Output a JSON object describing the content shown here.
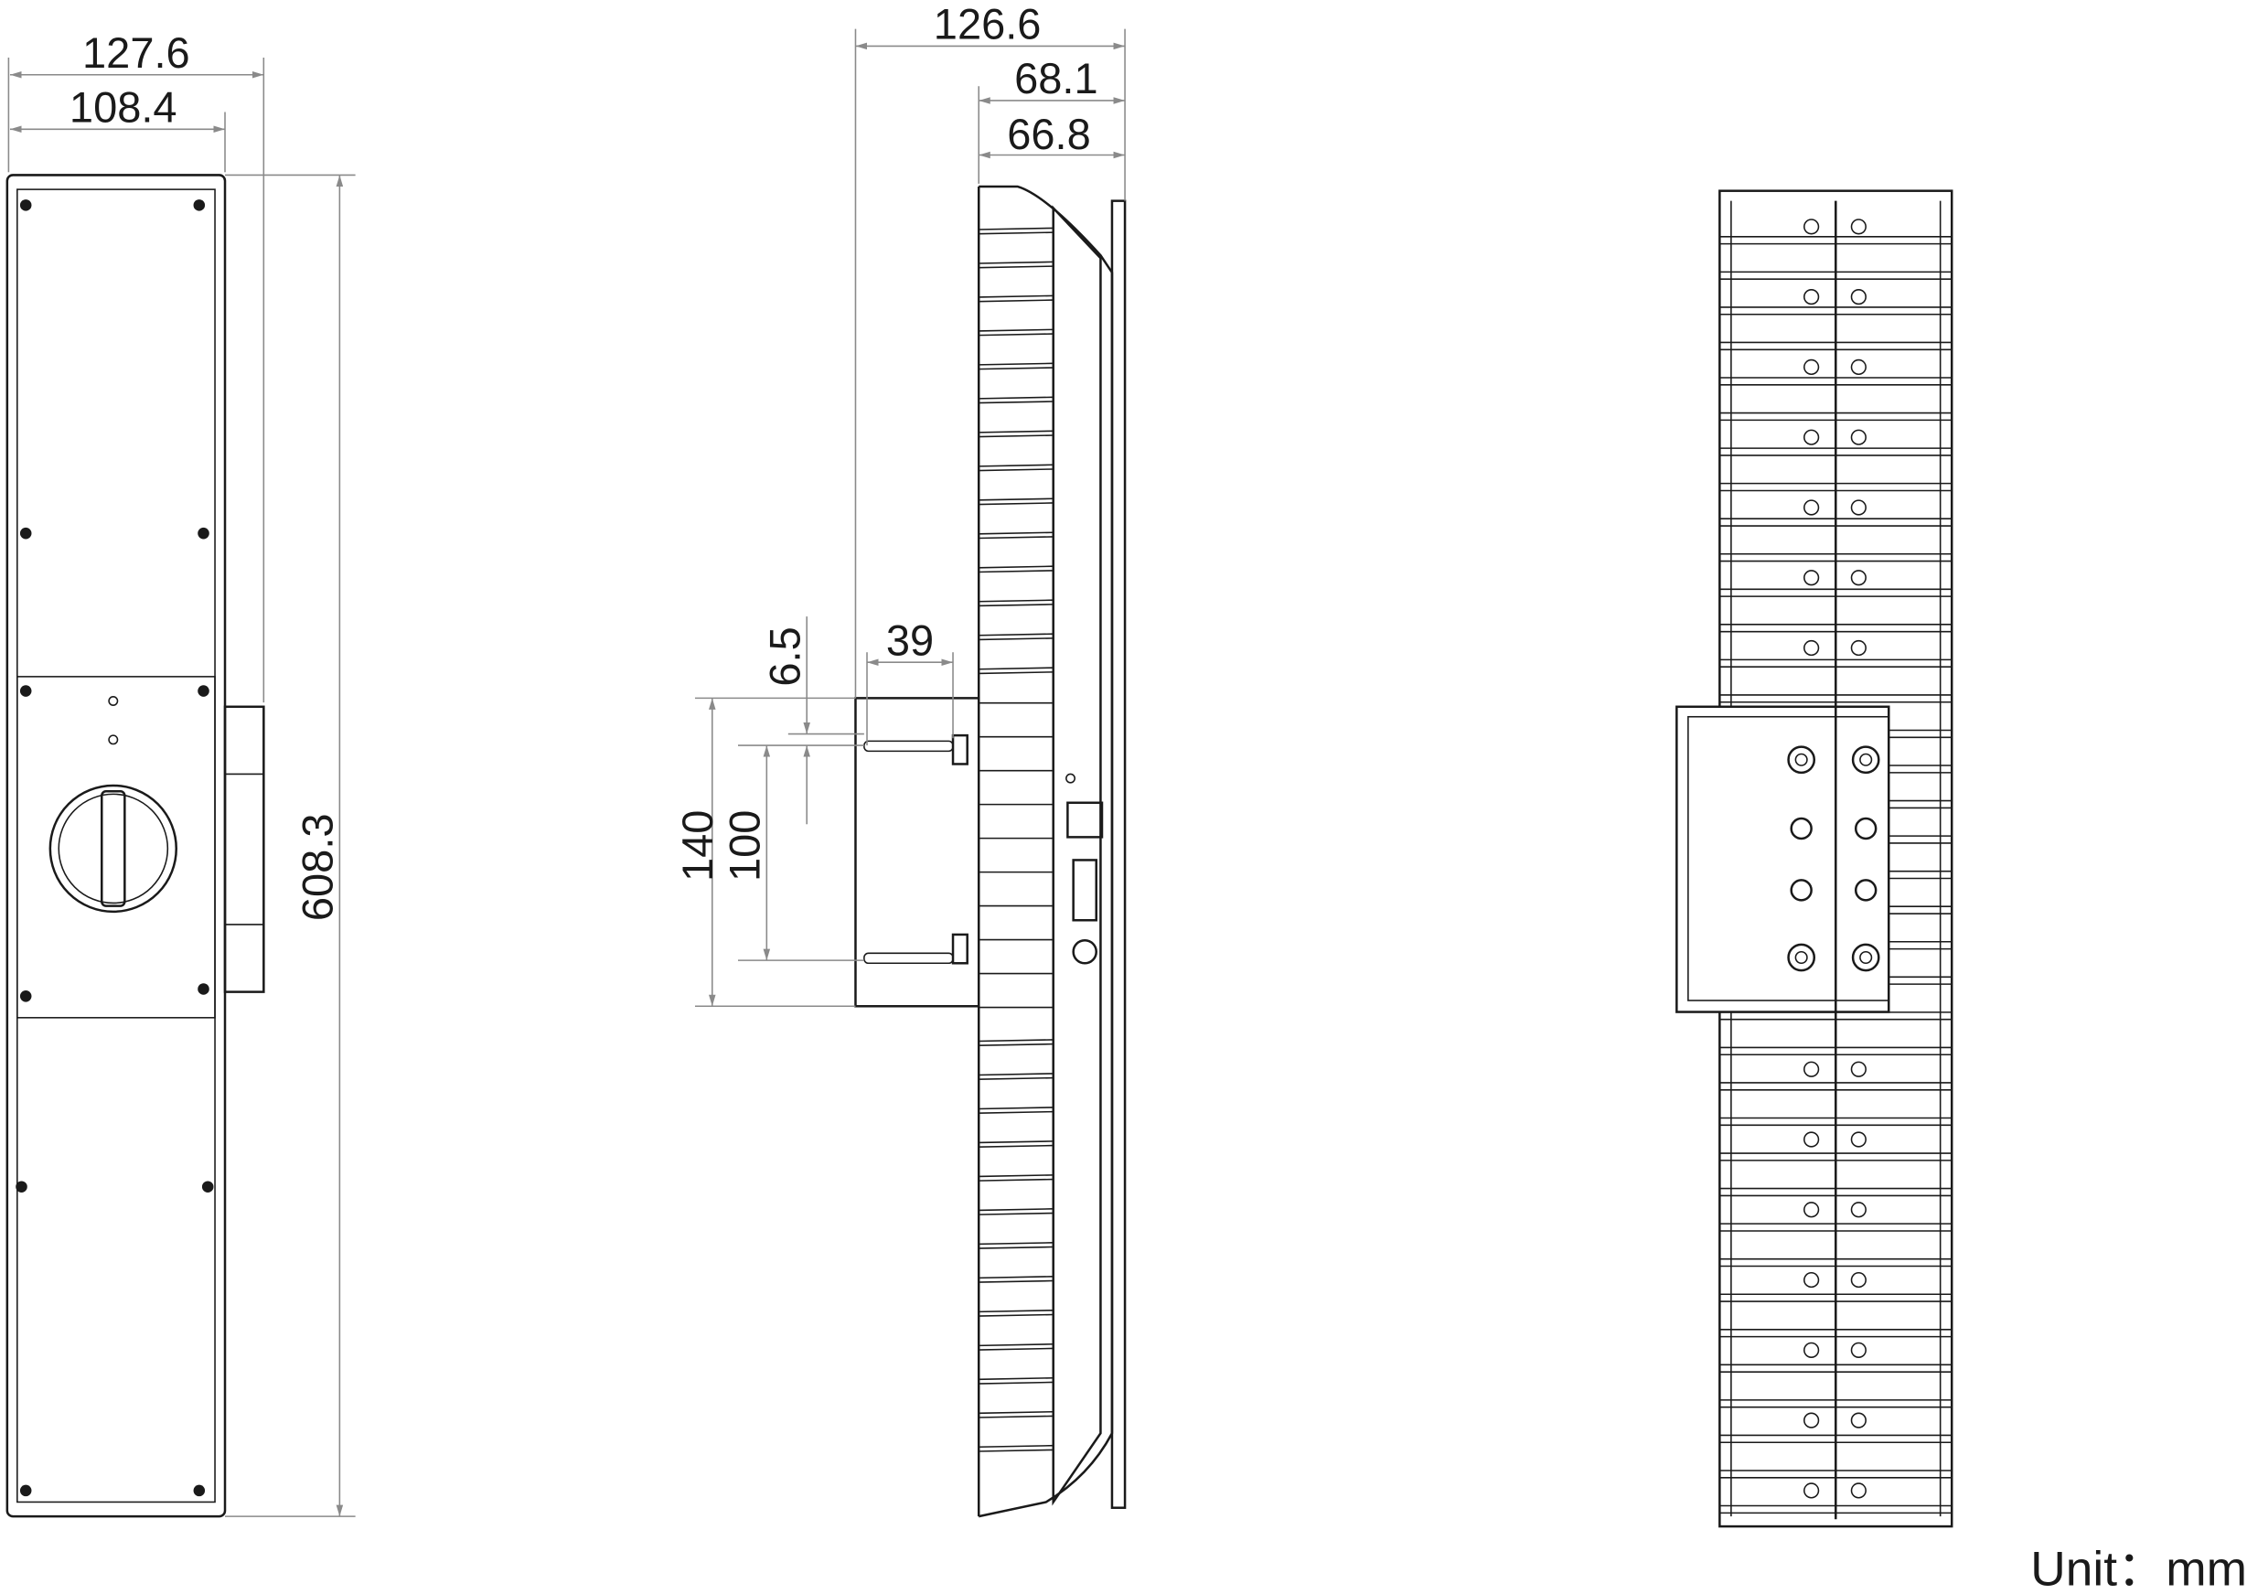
{
  "front_view": {
    "width_outer": "127.6",
    "width_inner": "108.4",
    "height": "608.3"
  },
  "side_view": {
    "depth_total": "126.6",
    "depth_body": "68.1",
    "depth_panel": "66.8",
    "bracket_depth": "39",
    "offset": "6.5",
    "bracket_height": "140",
    "hole_spacing": "100"
  },
  "unit_label": "Unit：mm"
}
